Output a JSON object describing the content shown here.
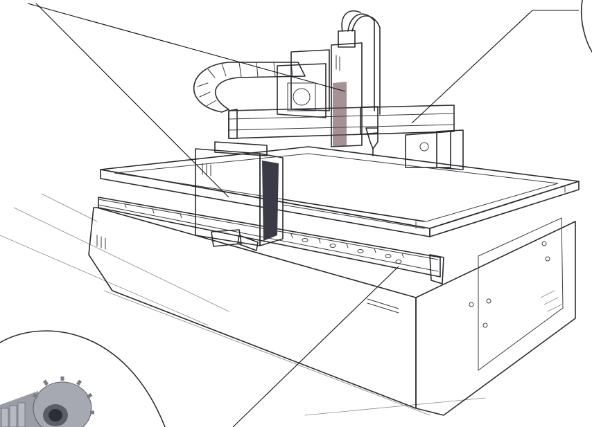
{
  "illustration": {
    "subject": "cnc-router-sketch",
    "colors": {
      "ink": "#2a2a2e",
      "shade_light": "#d9dbe6",
      "shade_mid": "#a7aabd",
      "shade_dark": "#4a4b58",
      "marker_blue": "#b9bfd9",
      "gear_metal": "#9a9da6"
    },
    "callout_circles": [
      "top-right-detail-circle",
      "bottom-left-gear-detail-circle"
    ],
    "leader_lines": [
      "leader-top-left-a",
      "leader-top-left-b",
      "leader-top-right",
      "leader-bottom"
    ]
  }
}
